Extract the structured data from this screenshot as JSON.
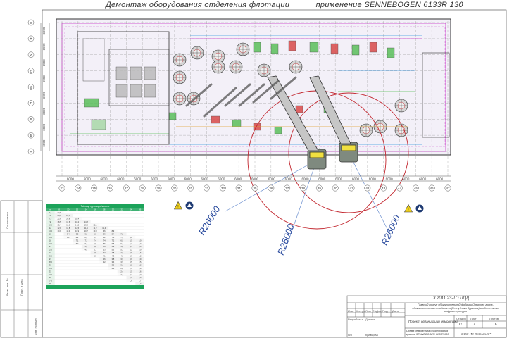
{
  "title": {
    "main": "Демонтаж оборудования отделения флотации",
    "machine": "применение SENNEBOGEN 6133R 130"
  },
  "rows_left": [
    "К",
    "Ж",
    "И",
    "Е",
    "Д",
    "Г",
    "В",
    "Б",
    "А"
  ],
  "rows_left_dims": [
    "6000",
    "6000",
    "6000",
    "6000",
    "6000",
    "6000",
    "6000",
    "6000"
  ],
  "axis_dims": [
    "6000",
    "6000",
    "6000",
    "6000",
    "6000",
    "6000",
    "6000",
    "6000",
    "6000",
    "6000",
    "6000",
    "6000",
    "6000",
    "6000",
    "6000",
    "6000",
    "6000",
    "6000",
    "6000",
    "6000",
    "6000",
    "6000",
    "6000"
  ],
  "axis_numbers": [
    "23",
    "24",
    "25",
    "26",
    "27",
    "28",
    "29",
    "30",
    "31",
    "32",
    "33",
    "34",
    "35",
    "36",
    "37",
    "38",
    "39",
    "40",
    "41",
    "42",
    "43",
    "44",
    "45",
    "46",
    "47"
  ],
  "radius_labels": [
    "R26000",
    "R26000",
    "R26000"
  ],
  "load_table": {
    "header": "Таблица грузоподъёмности",
    "col_header": [
      "м",
      "8",
      "10",
      "12",
      "14",
      "16",
      "18",
      "20",
      "22",
      "24",
      "26"
    ],
    "rows": [
      [
        "4,5",
        "33,6",
        "",
        "",
        "",
        "",
        "",
        "",
        "",
        "",
        ""
      ],
      [
        "6",
        "28,0",
        "24,5",
        "",
        "",
        "",
        "",
        "",
        "",
        "",
        ""
      ],
      [
        "7,5",
        "22,6",
        "20,8",
        "18,4",
        "",
        "",
        "",
        "",
        "",
        "",
        ""
      ],
      [
        "9",
        "18,5",
        "17,6",
        "16,2",
        "14,8",
        "",
        "",
        "",
        "",
        "",
        ""
      ],
      [
        "10,5",
        "15,4",
        "15,0",
        "14,2",
        "13,3",
        "12,1",
        "",
        "",
        "",
        "",
        ""
      ],
      [
        "12",
        "12,9",
        "12,8",
        "12,5",
        "11,9",
        "11,2",
        "10,4",
        "",
        "",
        "",
        ""
      ],
      [
        "13,5",
        "10,9",
        "11,0",
        "10,9",
        "10,7",
        "10,3",
        "9,6",
        "8,9",
        "",
        "",
        ""
      ],
      [
        "15",
        "",
        "9,4",
        "9,5",
        "9,5",
        "9,3",
        "8,9",
        "8,4",
        "7,8",
        "",
        ""
      ],
      [
        "16,5",
        "",
        "8,1",
        "8,2",
        "8,4",
        "8,3",
        "8,2",
        "7,8",
        "7,4",
        "6,8",
        ""
      ],
      [
        "18",
        "",
        "",
        "7,1",
        "7,3",
        "7,4",
        "7,4",
        "7,2",
        "6,9",
        "6,5",
        "6,0"
      ],
      [
        "19,5",
        "",
        "",
        "6,2",
        "6,4",
        "6,6",
        "6,6",
        "6,5",
        "6,4",
        "6,1",
        "5,7"
      ],
      [
        "21",
        "",
        "",
        "",
        "5,6",
        "5,8",
        "5,9",
        "5,9",
        "5,8",
        "5,7",
        "5,4"
      ],
      [
        "22,5",
        "",
        "",
        "",
        "4,9",
        "5,1",
        "5,3",
        "5,3",
        "5,3",
        "5,2",
        "5,0"
      ],
      [
        "24",
        "",
        "",
        "",
        "",
        "4,5",
        "4,7",
        "4,8",
        "4,8",
        "4,8",
        "4,6"
      ],
      [
        "25,5",
        "",
        "",
        "",
        "",
        "3,9",
        "4,1",
        "4,3",
        "4,3",
        "4,3",
        "4,2"
      ],
      [
        "27",
        "",
        "",
        "",
        "",
        "",
        "3,6",
        "3,8",
        "3,9",
        "3,9",
        "3,9"
      ],
      [
        "28,5",
        "",
        "",
        "",
        "",
        "",
        "3,2",
        "3,4",
        "3,5",
        "3,5",
        "3,5"
      ],
      [
        "30",
        "",
        "",
        "",
        "",
        "",
        "",
        "3,0",
        "3,1",
        "3,2",
        "3,2"
      ],
      [
        "31,5",
        "",
        "",
        "",
        "",
        "",
        "",
        "2,6",
        "2,8",
        "2,9",
        "2,9"
      ],
      [
        "33",
        "",
        "",
        "",
        "",
        "",
        "",
        "",
        "2,4",
        "2,5",
        "2,6"
      ],
      [
        "34,5",
        "",
        "",
        "",
        "",
        "",
        "",
        "",
        "2,1",
        "2,2",
        "2,3"
      ],
      [
        "36",
        "",
        "",
        "",
        "",
        "",
        "",
        "",
        "",
        "1,9",
        "2,0"
      ],
      [
        "37,5",
        "",
        "",
        "",
        "",
        "",
        "",
        "",
        "",
        "1,6",
        "1,7"
      ],
      [
        "39",
        "",
        "",
        "",
        "",
        "",
        "",
        "",
        "",
        "",
        "1,4"
      ]
    ]
  },
  "title_block": {
    "code": "3.2011.23-ТО.ПОД",
    "project": "Главный корпус обогатительной фабрики Озерного горно-обогатительного комбината (Республика Бурятия) и объекты его инфраструктуры",
    "stage_hdr": "Стадия",
    "sheet_hdr": "Лист",
    "sheets_hdr": "Листов",
    "stage": "П",
    "sheet": "7",
    "sheets": "16",
    "doc_name": "Проект организации демонтажа",
    "drawing": "Схема демонтажа оборудования краном SENNEBOGEN 6133R 130",
    "company": "ООО ИК \"Элемент\"",
    "cols": [
      "Изм.",
      "Кол.уч.",
      "Лист",
      "№Док.",
      "Подп.",
      "Дата"
    ],
    "roles": [
      "Разработал",
      "ГИП"
    ],
    "names": [
      "Денина",
      "Кравцова"
    ]
  },
  "side_labels": [
    "Согласовано",
    "Взам. инв. №",
    "Подп. и дата",
    "Инв. № подл."
  ],
  "colors": {
    "radius": "#c2262e",
    "radius_label": "#2a4b9e",
    "table_green": "#1ca35a",
    "grid": "#7a7a7a"
  }
}
